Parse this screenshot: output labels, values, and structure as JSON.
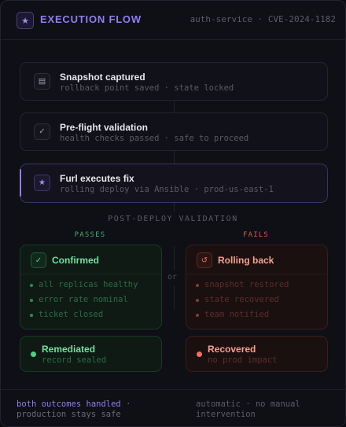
{
  "header": {
    "icon": "star-icon",
    "title": "EXECUTION FLOW",
    "meta": "auth-service · CVE-2024-1182"
  },
  "steps": [
    {
      "icon": "document-icon",
      "title": "Snapshot captured",
      "subtitle": "rollback point saved · state locked"
    },
    {
      "icon": "check-icon",
      "title": "Pre-flight validation",
      "subtitle": "health checks passed · safe to proceed"
    },
    {
      "icon": "star-icon",
      "title": "Furl executes fix",
      "subtitle": "rolling deploy via Ansible · prod-us-east-1",
      "active": true
    }
  ],
  "validation": {
    "label": "POST-DEPLOY VALIDATION",
    "or": "or",
    "passes": {
      "label": "PASSES",
      "icon": "check-icon",
      "title": "Confirmed",
      "items": [
        "all replicas healthy",
        "error rate nominal",
        "ticket closed"
      ],
      "outcome": {
        "title": "Remediated",
        "subtitle": "record sealed"
      }
    },
    "fails": {
      "label": "FAILS",
      "icon": "rollback-icon",
      "title": "Rolling back",
      "items": [
        "snapshot restored",
        "state recovered",
        "team notified"
      ],
      "outcome": {
        "title": "Recovered",
        "subtitle": "no prod impact"
      }
    }
  },
  "footer": {
    "highlight": "both outcomes handled",
    "left_rest": " · production stays safe",
    "right": "automatic · no manual intervention"
  },
  "colors": {
    "accent": "#8f7ef0",
    "success": "#4fd08a",
    "danger": "#f0705f",
    "background": "#0f0f16"
  }
}
